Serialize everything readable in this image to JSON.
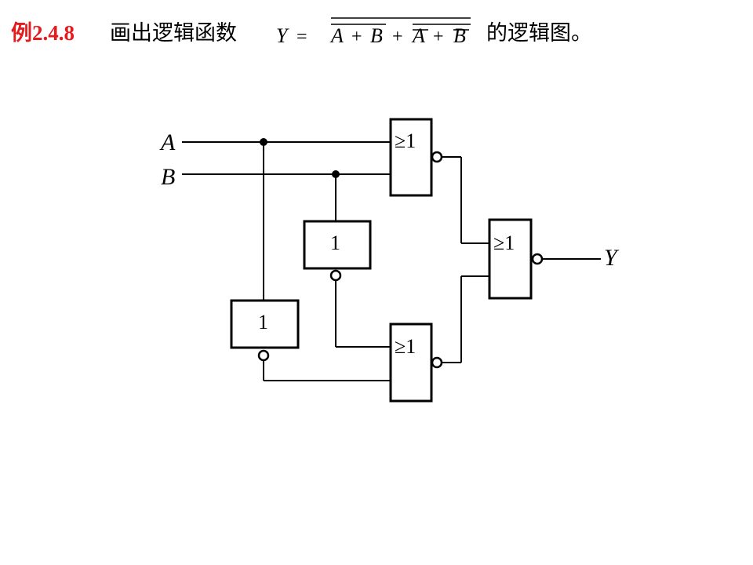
{
  "heading": {
    "example_label": "例2.4.8",
    "instruction": "画出逻辑函数",
    "suffix": "的逻辑图。",
    "formula": {
      "lhs": "Y",
      "equals": "=",
      "term1_a": "A",
      "plus": "+",
      "term1_b": "B",
      "term2_a": "A",
      "term2_b": "B"
    }
  },
  "diagram": {
    "inputs": [
      "A",
      "B"
    ],
    "output": "Y",
    "gates": {
      "nor_top": "≥1",
      "not_b": "1",
      "not_a": "1",
      "nor_bottom": "≥1",
      "nor_output": "≥1"
    }
  },
  "colors": {
    "label_red": "#e41a1c",
    "line": "#000000"
  }
}
